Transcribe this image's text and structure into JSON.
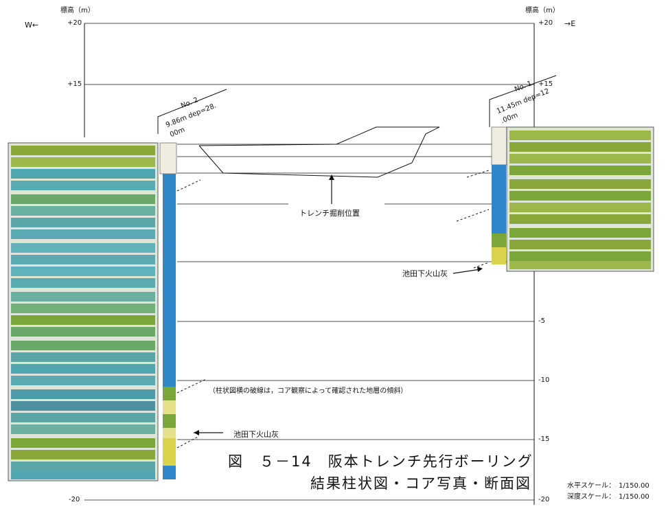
{
  "labels": {
    "elev_left_header": "標高（m）",
    "elev_right_header": "標高（m）",
    "west": "W←",
    "east": "→E",
    "ticks_left": [
      "+20",
      "+15",
      "-20"
    ],
    "ticks_right": [
      "+20",
      "+15",
      "-5",
      "-10",
      "-15",
      "-20"
    ],
    "bh2_name": "No. 2",
    "bh2_depth": "9.86m dep=28.",
    "bh2_depth2": "00m",
    "bh1_name": "No. 1",
    "bh1_depth": "11.45m dep=12",
    "bh1_depth2": ".00m",
    "trench_label": "トレンチ掘削位置",
    "ash_right": "池田下火山灰",
    "ash_left": "池田下火山灰",
    "note": "（柱状図横の破線は，コア観察によって確認された地層の傾斜）",
    "title_line1": "図　５－14　阪本トレンチ先行ボーリング",
    "title_line2": "結果柱状図・コア写真・断面図",
    "scale_h": "水平スケール：　1/150.00",
    "scale_v": "深度スケール：　1/150.00"
  },
  "colors": {
    "blue_column": "#2f86c8",
    "green_core": "#7aa63a",
    "yellow_core": "#d9d24a",
    "cyan_core": "#6fc2c9"
  }
}
